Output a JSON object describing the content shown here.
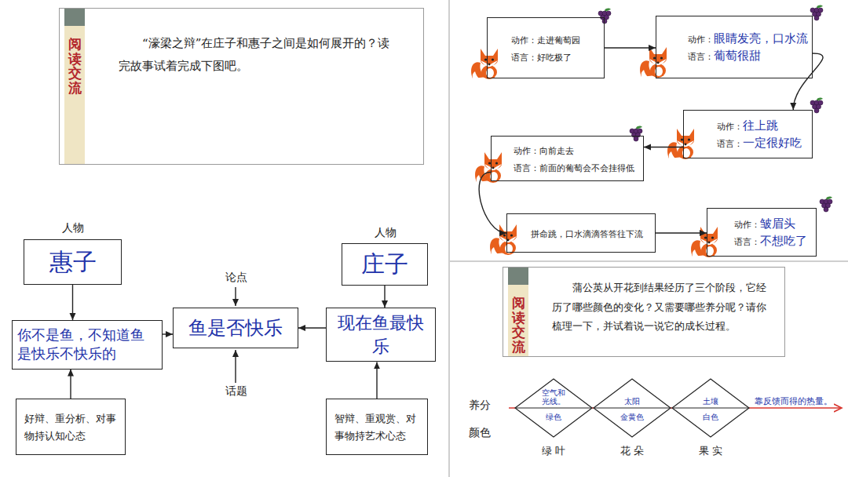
{
  "diagram": {
    "nodes": [
      {
        "text": [
          "“濠梁之辩”在庄子和惠子之间是如何展开的？读完故事试着完成下图吧。"
        ]
      },
      {
        "text": [
          "阅读交流"
        ],
        "in": 0
      },
      {
        "text": [
          "惠子"
        ]
      },
      {
        "text": [
          "庄子"
        ]
      },
      {
        "text": [
          "你不是鱼，不知道鱼是快乐不快乐的"
        ]
      },
      {
        "text": [
          "鱼是否快乐"
        ]
      },
      {
        "text": [
          "现在鱼最快乐"
        ]
      },
      {
        "text": [
          "好辩、重分析、对事物持认知心态"
        ]
      },
      {
        "text": [
          "智辩、重观赏、对事物持艺术心态"
        ]
      },
      {
        "text": [
          "动作：走进葡萄园",
          "语言：好吃极了"
        ]
      },
      {
        "text": [
          "动作：",
          "眼睛发亮，口水流",
          "语言：",
          "葡萄很甜"
        ]
      },
      {
        "text": [
          "动作：",
          "往上跳",
          "语言：",
          "一定很好吃"
        ]
      },
      {
        "text": [
          "动作：向前走去",
          "语言：前面的葡萄会不会挂得低"
        ]
      },
      {
        "text": [
          "拼命跳，口水滴滴答答往下流"
        ]
      },
      {
        "text": [
          "动作：",
          "皱眉头",
          "语言：",
          "不想吃了"
        ]
      },
      {
        "text": [
          "蒲公英从开花到结果经历了三个阶段，它经历了哪些颜色的变化？又需要哪些养分呢？请你梳理一下，并试着说一说它的成长过程。"
        ]
      },
      {
        "text": [
          "阅读交流"
        ],
        "in": 15
      },
      {
        "text": [
          "空气和光线。",
          "绿色"
        ]
      },
      {
        "text": [
          "太阳",
          "金黄色"
        ]
      },
      {
        "text": [
          "土壤",
          "白色"
        ]
      }
    ],
    "edges": [
      {
        "from": 2,
        "to": 4,
        "arrow": "to"
      },
      {
        "from": 7,
        "to": 4,
        "arrow": "to"
      },
      {
        "from": 4,
        "to": 5,
        "arrow": "to"
      },
      {
        "from": 3,
        "to": 6,
        "arrow": "to"
      },
      {
        "from": 8,
        "to": 6,
        "arrow": "to"
      },
      {
        "from": 6,
        "to": 5,
        "arrow": "to"
      },
      {
        "from": 9,
        "to": 10,
        "arrow": "to"
      },
      {
        "from": 10,
        "to": 11,
        "arrow": "to"
      },
      {
        "from": 11,
        "to": 12,
        "arrow": "to"
      },
      {
        "from": 12,
        "to": 13,
        "arrow": "to"
      },
      {
        "from": 13,
        "to": 14,
        "arrow": "to"
      }
    ],
    "labels": [
      "人物",
      "人物",
      "论点",
      "话题",
      "养分",
      "颜色",
      "绿 叶",
      "花 朵",
      "果 实",
      "靠反馈而得的热量。"
    ]
  }
}
